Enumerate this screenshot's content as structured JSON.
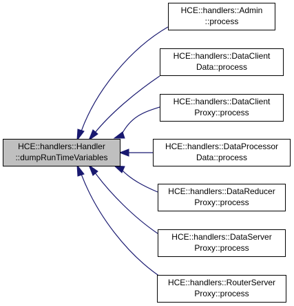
{
  "focus_node": {
    "line1": "HCE::handlers::Handler",
    "line2": "::dumpRunTimeVariables"
  },
  "caller_nodes": [
    {
      "line1": "HCE::handlers::Admin",
      "line2": "::process"
    },
    {
      "line1": "HCE::handlers::DataClient",
      "line2": "Data::process"
    },
    {
      "line1": "HCE::handlers::DataClient",
      "line2": "Proxy::process"
    },
    {
      "line1": "HCE::handlers::DataProcessor",
      "line2": "Data::process"
    },
    {
      "line1": "HCE::handlers::DataReducer",
      "line2": "Proxy::process"
    },
    {
      "line1": "HCE::handlers::DataServer",
      "line2": "Proxy::process"
    },
    {
      "line1": "HCE::handlers::RouterServer",
      "line2": "Proxy::process"
    }
  ],
  "colors": {
    "edge": "#191970",
    "focus_fill": "#bfbfbf",
    "box_border": "#000000",
    "background": "#ffffff"
  }
}
